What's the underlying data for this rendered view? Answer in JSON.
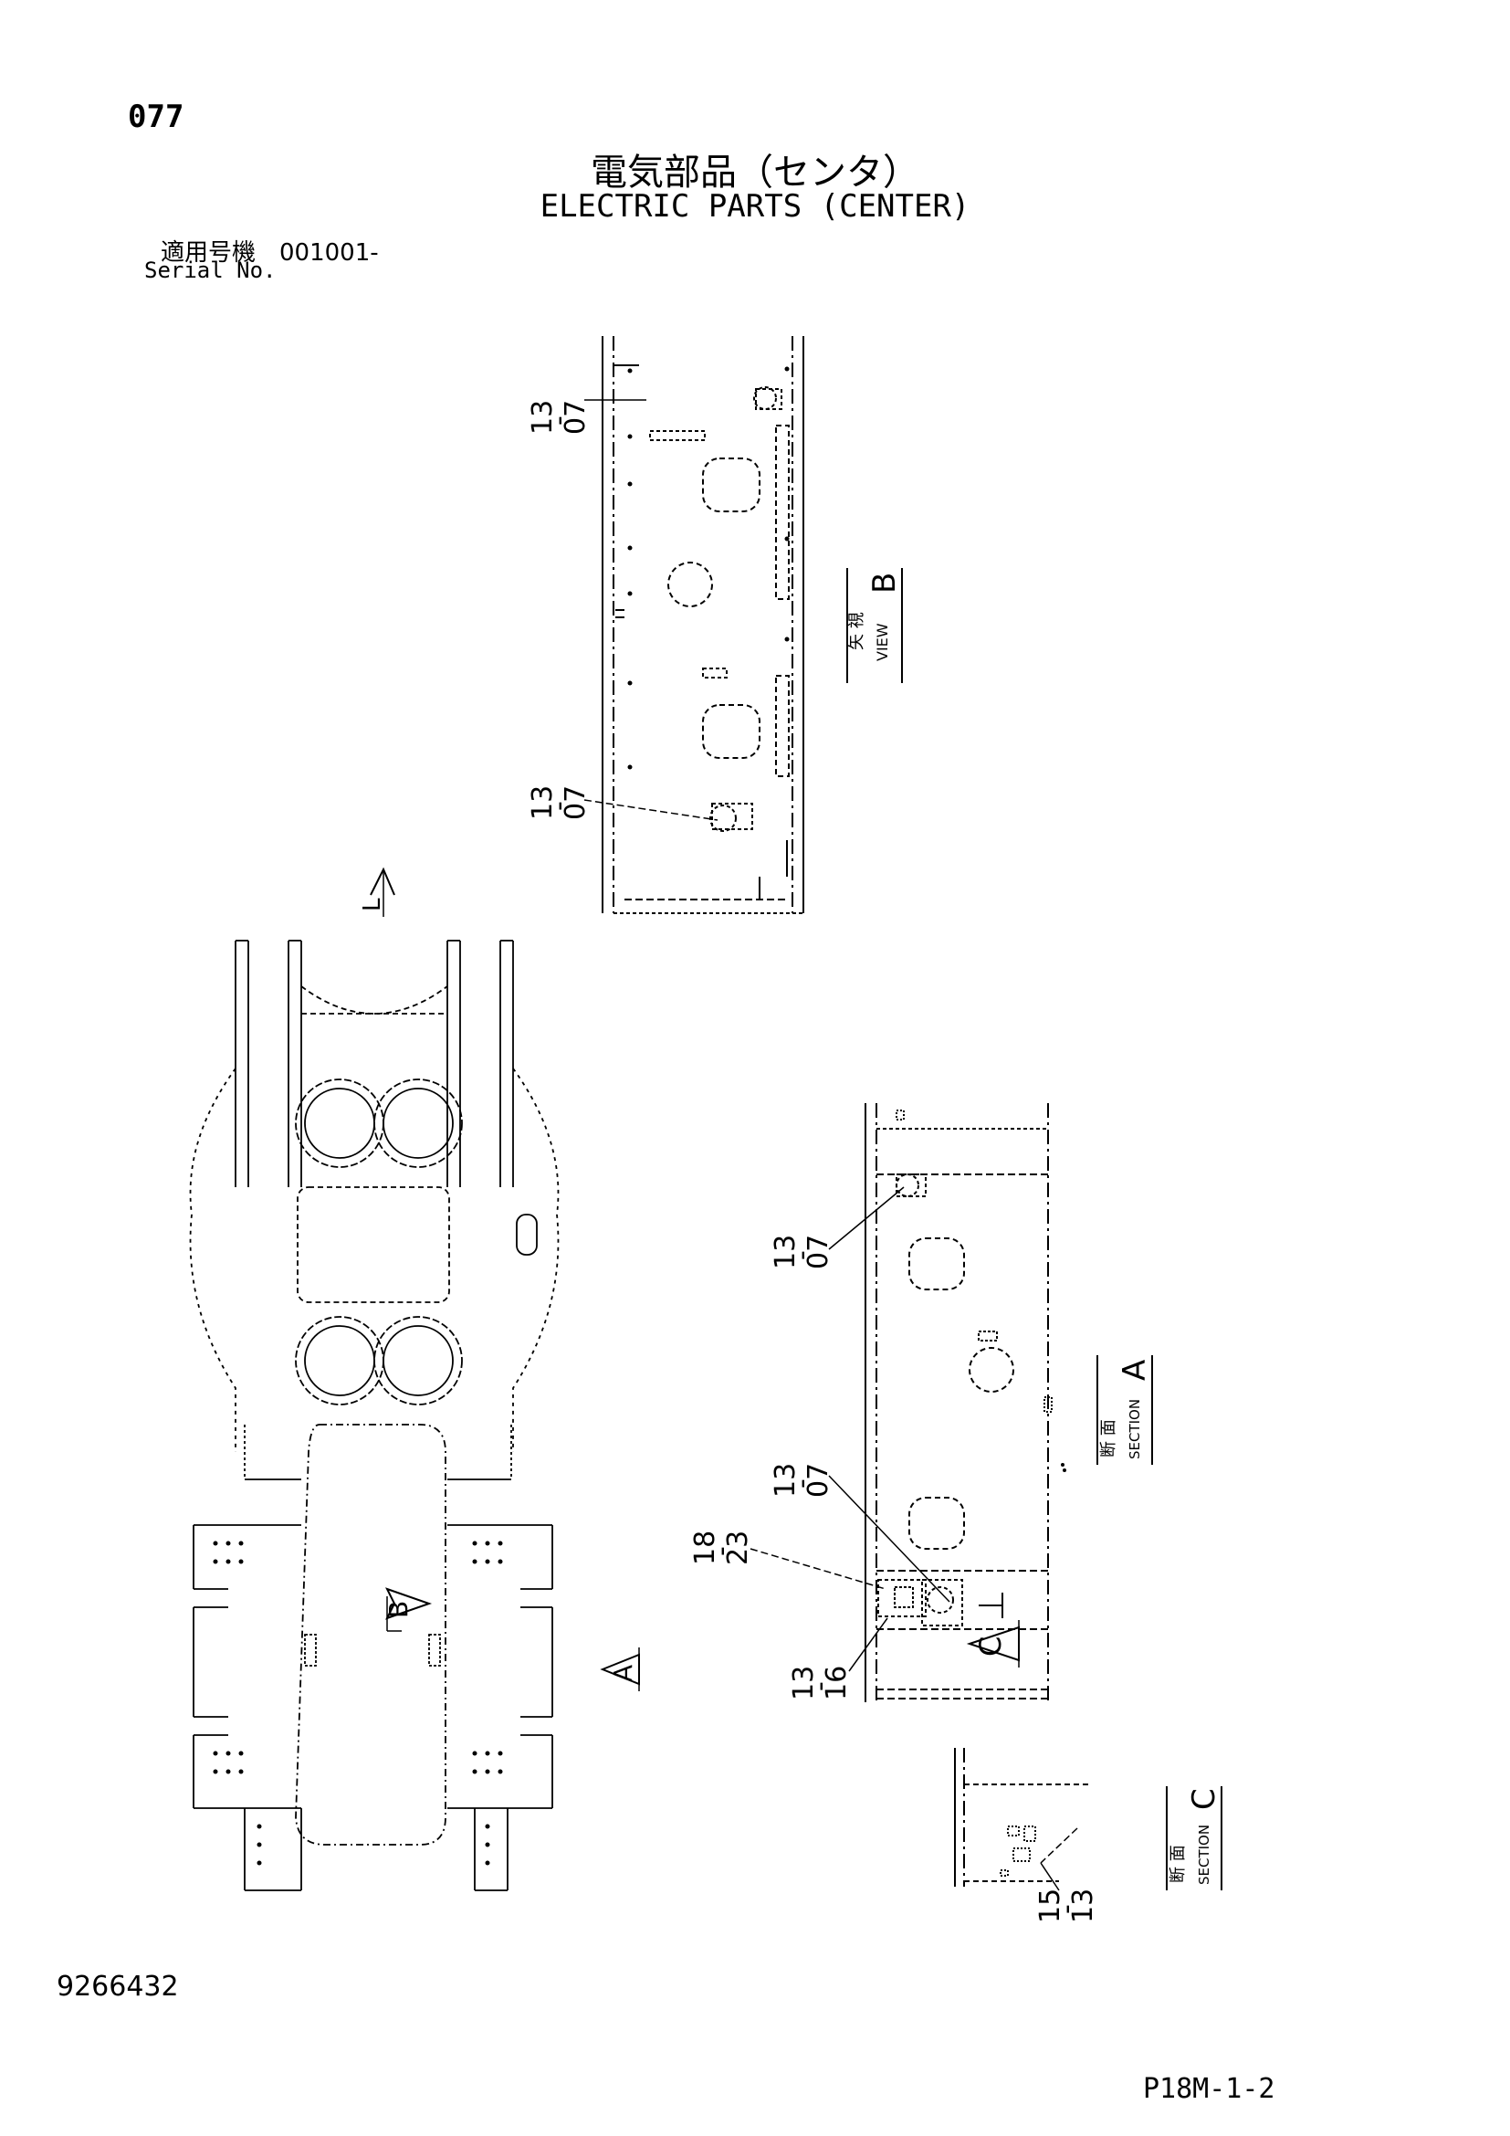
{
  "header": {
    "page_number": "077",
    "title_jp": "電気部品（センタ）",
    "title_en": "ELECTRIC PARTS (CENTER)",
    "serial_jp": "適用号機　001001-",
    "serial_en": "Serial No."
  },
  "footer": {
    "doc_number": "9266432",
    "ref_code": "P18M-1-2"
  },
  "views": {
    "view_b": {
      "jp": "矢 視",
      "en": "VIEW",
      "letter": "B"
    },
    "section_a": {
      "jp": "断 面",
      "en": "SECTION",
      "letter": "A"
    },
    "section_c": {
      "jp": "断 面",
      "en": "SECTION",
      "letter": "C"
    }
  },
  "markers": {
    "arrow_a": "A",
    "arrow_b": "B",
    "arrow_c": "C",
    "arrow_l": "L"
  },
  "callouts": [
    {
      "top": "13",
      "sep": "-",
      "bottom": "07"
    },
    {
      "top": "13",
      "sep": "-",
      "bottom": "07"
    },
    {
      "top": "13",
      "sep": "-",
      "bottom": "07"
    },
    {
      "top": "13",
      "sep": "-",
      "bottom": "07"
    },
    {
      "top": "18",
      "sep": "-",
      "bottom": "23"
    },
    {
      "top": "13",
      "sep": "-",
      "bottom": "16"
    },
    {
      "top": "15",
      "sep": "-",
      "bottom": "13"
    }
  ]
}
